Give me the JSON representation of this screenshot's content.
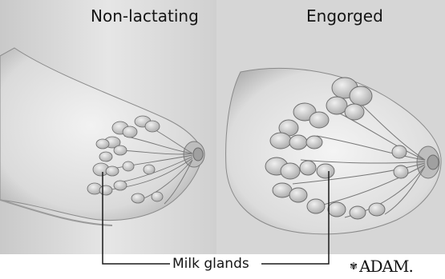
{
  "labels": {
    "left_title": "Non-lactating",
    "right_title": "Engorged",
    "milk_glands": "Milk glands"
  },
  "logo": {
    "text": "ADAM.",
    "mark": "✾"
  },
  "colors": {
    "background": "#ffffff",
    "skin_light": "#ececec",
    "skin_shade": "#9a9a9a",
    "gland_fill": "#cdcdcd",
    "gland_stroke": "#6a6a6a",
    "duct": "#7a7a7a",
    "leader_line": "#1a1a1a"
  }
}
